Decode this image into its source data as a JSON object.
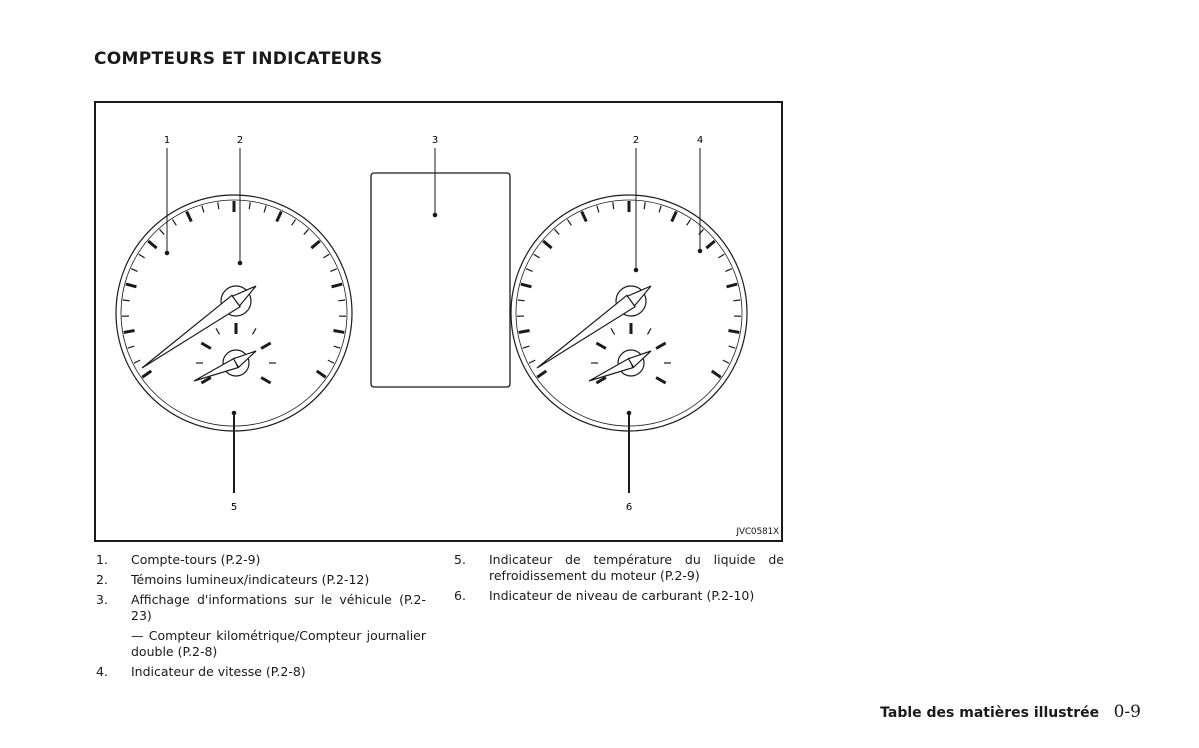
{
  "title": "COMPTEURS ET INDICATEURS",
  "figure": {
    "code": "JVC0581X",
    "callouts": [
      "1",
      "2",
      "3",
      "2",
      "4",
      "5",
      "6"
    ]
  },
  "legend": {
    "item1": {
      "num": "1.",
      "text": "Compte-tours (P.2-9)"
    },
    "item2": {
      "num": "2.",
      "text": "Témoins lumineux/indicateurs (P.2-12)"
    },
    "item3": {
      "num": "3.",
      "text": "Affichage d'informations sur le véhicule (P.2-23)"
    },
    "item3_sub": "— Compteur kilométrique/Compteur journalier double (P.2-8)",
    "item4": {
      "num": "4.",
      "text": "Indicateur de vitesse (P.2-8)"
    },
    "item5": {
      "num": "5.",
      "text": "Indicateur de température du liquide de refroidissement du moteur (P.2-9)"
    },
    "item6": {
      "num": "6.",
      "text": "Indicateur de niveau de carburant (P.2-10)"
    }
  },
  "footer": {
    "label": "Table des matières illustrée",
    "page": "0-9"
  }
}
